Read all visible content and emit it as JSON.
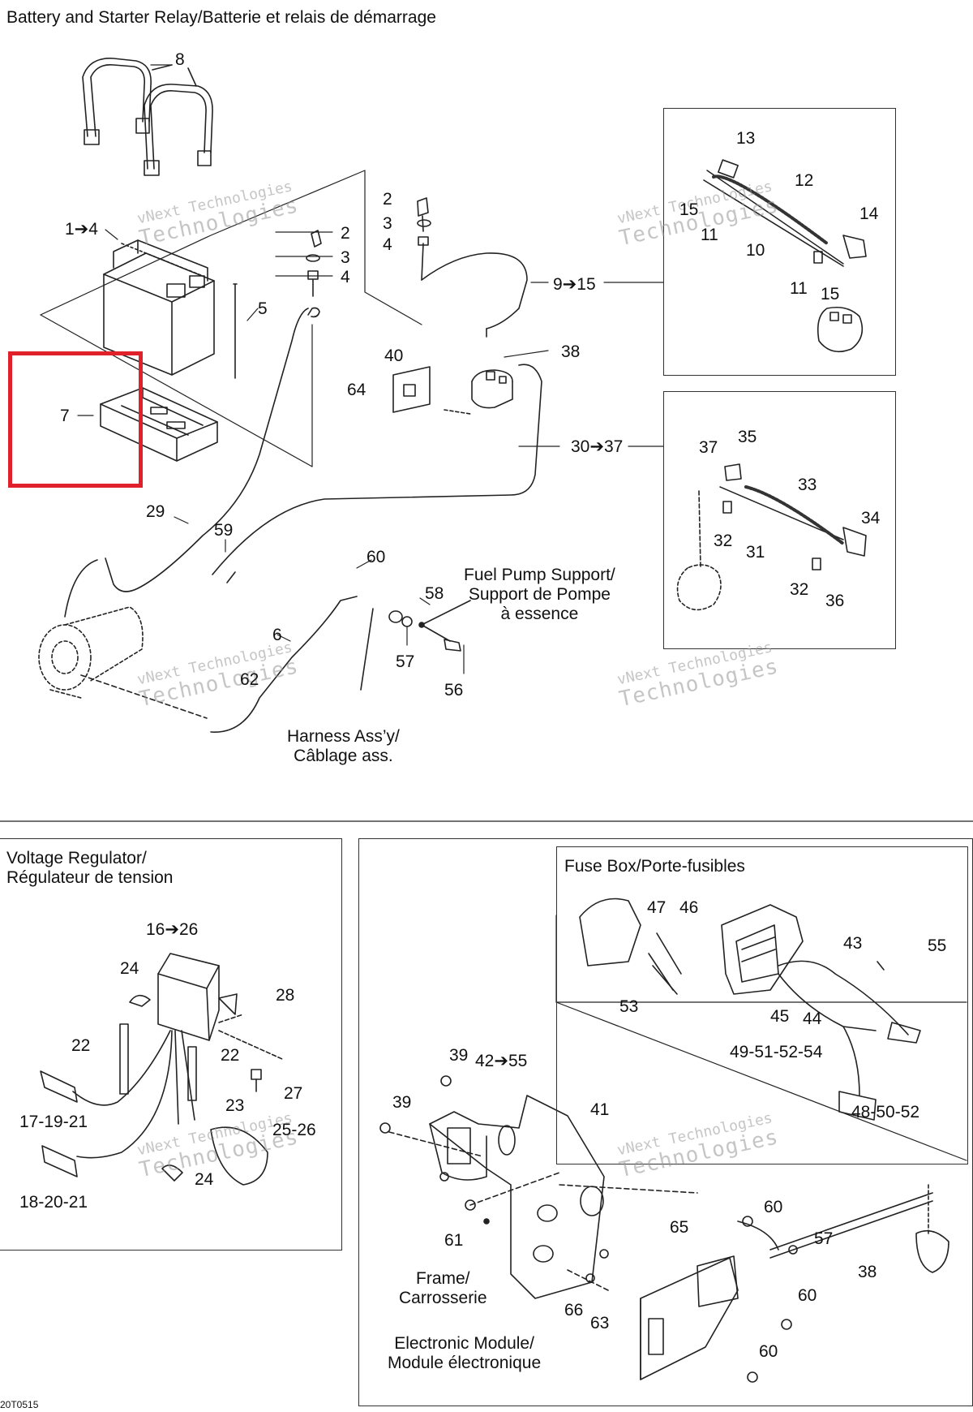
{
  "sections": {
    "battery_title": "Battery and Starter Relay/Batterie et relais de démarrage",
    "voltage_title": "Voltage Regulator/\nRégulateur de tension",
    "fuse_title": "Fuse Box/Porte-fusibles"
  },
  "captions": {
    "fuel_pump": "Fuel Pump Support/\nSupport de Pompe\nà essence",
    "harness": "Harness Ass’y/\nCâblage ass.",
    "frame": "Frame/\nCarrosserie",
    "module": "Electronic Module/\nModule électronique"
  },
  "watermark": {
    "line1": "vNext Technologies",
    "line2": "Technologies"
  },
  "drawing_code": "20T0515",
  "highlight_color": "#e0202a",
  "labels": {
    "l8": "8",
    "l1_4": "1➔4",
    "l2a": "2",
    "l3a": "3",
    "l4a": "4",
    "l5": "5",
    "l7": "7",
    "l2b": "2",
    "l3b": "3",
    "l4b": "4",
    "l9_15": "9➔15",
    "l38a": "38",
    "l40": "40",
    "l64": "64",
    "l30_37": "30➔37",
    "l29": "29",
    "l59": "59",
    "l60a": "60",
    "l58": "58",
    "l6": "6",
    "l57a": "57",
    "l56": "56",
    "l62": "62",
    "l13": "13",
    "l12": "12",
    "l14": "14",
    "l15a": "15",
    "l11a": "11",
    "l10": "10",
    "l11b": "11",
    "l15b": "15",
    "l37": "37",
    "l35": "35",
    "l33": "33",
    "l34": "34",
    "l32a": "32",
    "l31": "31",
    "l32b": "32",
    "l36": "36",
    "l16_26": "16➔26",
    "l24a": "24",
    "l28": "28",
    "l22a": "22",
    "l22b": "22",
    "l27": "27",
    "l17": "17-19-21",
    "l23": "23",
    "l25": "25-26",
    "l24b": "24",
    "l18": "18-20-21",
    "l47": "47",
    "l46": "46",
    "l43": "43",
    "l55": "55",
    "l53": "53",
    "l45": "45",
    "l44": "44",
    "l49": "49-51-52-54",
    "l48": "48-50-52",
    "l39a": "39",
    "l42": "42➔55",
    "l39b": "39",
    "l41": "41",
    "l60b": "60",
    "l57b": "57",
    "l65": "65",
    "l61": "61",
    "l38b": "38",
    "l60c": "60",
    "l66": "66",
    "l63": "63",
    "l60d": "60"
  }
}
